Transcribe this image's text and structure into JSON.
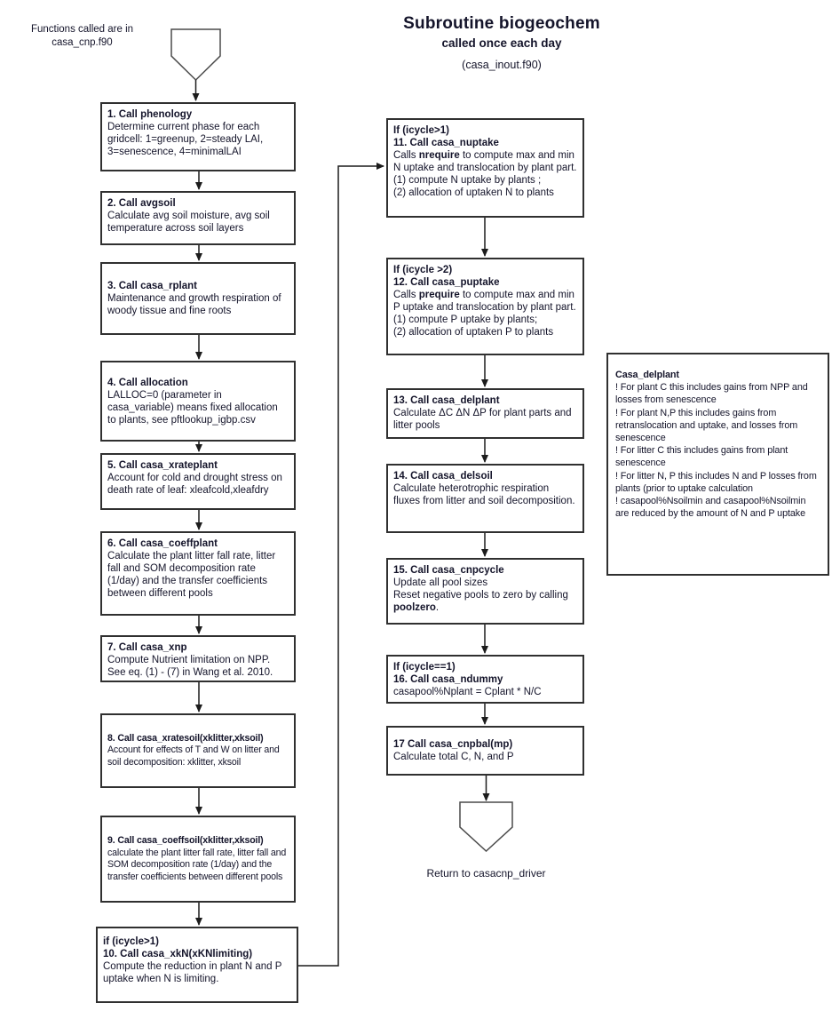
{
  "colors": {
    "ink": "#14142a",
    "line": "#1c1c1c",
    "box_border": "#303030",
    "background": "#ffffff"
  },
  "side_note": {
    "line1": "Functions called are in",
    "line2": "casa_cnp.f90"
  },
  "header": {
    "title": "Subroutine biogeochem",
    "subtitle": "called once each day",
    "source_file": "(casa_inout.f90)"
  },
  "left_column": {
    "boxes": [
      {
        "title": "1. Call phenology",
        "body": "Determine current phase for each gridcell: 1=greenup, 2=steady LAI, 3=senescence, 4=minimalLAI"
      },
      {
        "title": "2. Call avgsoil",
        "body": "Calculate avg soil moisture, avg soil temperature across soil layers"
      },
      {
        "title": "3. Call casa_rplant",
        "body": "Maintenance and growth respiration of woody tissue and fine roots"
      },
      {
        "title": "4. Call allocation",
        "body": "LALLOC=0 (parameter in casa_variable) means fixed allocation to plants, see pftlookup_igbp.csv"
      },
      {
        "title": "5. Call casa_xrateplant",
        "body": "Account for cold and drought stress on death rate of leaf: xleafcold,xleafdry"
      },
      {
        "title": "6. Call casa_coeffplant",
        "body": "Calculate the plant litter fall rate, litter fall and SOM decomposition rate (1/day) and the transfer coefficients between different pools"
      },
      {
        "title": "7. Call casa_xnp",
        "body": "Compute Nutrient limitation on NPP. See eq. (1) - (7) in Wang et al. 2010."
      },
      {
        "title": "8. Call casa_xratesoil(xklitter,xksoil)",
        "body": "Account for effects of T and W on litter and soil decomposition: xklitter, xksoil"
      },
      {
        "title": "9. Call casa_coeffsoil(xklitter,xksoil)",
        "body": "calculate the plant litter fall rate, litter fall and SOM decomposition rate (1/day) and the transfer coefficients between different pools"
      },
      {
        "pretitle": "if (icycle>1)",
        "title": "10. Call casa_xkN(xKNlimiting)",
        "body": "Compute the reduction in plant N and P uptake when N is limiting."
      }
    ]
  },
  "right_column": {
    "boxes": [
      {
        "pretitle": "If (icycle>1)",
        "title": "11. Call casa_nuptake",
        "body_pre": "Calls ",
        "body_bold": "nrequire",
        "body_post": " to compute max and min N uptake and translocation by plant part.",
        "item1": "(1) compute N uptake by plants ;",
        "item2": "(2) allocation of uptaken N to plants"
      },
      {
        "pretitle": "If (icycle >2)",
        "title": "12. Call casa_puptake",
        "body_pre": "Calls ",
        "body_bold": "prequire",
        "body_post": " to compute max and min P uptake and translocation by plant part.",
        "item1": "(1) compute P uptake by plants;",
        "item2": "(2) allocation of uptaken P to plants"
      },
      {
        "title": "13. Call casa_delplant",
        "body": "Calculate ΔC ΔN ΔP for plant parts and litter pools"
      },
      {
        "title": "14. Call casa_delsoil",
        "body": "Calculate heterotrophic respiration fluxes from litter and soil decomposition."
      },
      {
        "title": "15. Call casa_cnpcycle",
        "line1": "Update all pool sizes",
        "line2_pre": "Reset negative pools to zero by calling ",
        "line2_bold": "poolzero",
        "line2_post": "."
      },
      {
        "pretitle": "If (icycle==1)",
        "title": "16. Call casa_ndummy",
        "body": " casapool%Nplant = Cplant * N/C"
      },
      {
        "title": "17 Call casa_cnpbal(mp)",
        "body": "Calculate total C, N, and P"
      }
    ]
  },
  "delplant_note": {
    "title": "Casa_delplant",
    "lines": [
      "!  For plant C this includes gains from NPP and losses from senescence",
      "!  For plant N,P this includes gains from retranslocation and uptake, and losses from senescence",
      "!  For litter C this includes gains from plant senescence",
      "!  For litter N, P this includes N and P losses from plants (prior to uptake calculation",
      "!  casapool%Nsoilmin and casapool%Nsoilmin are reduced by the amount of N and P uptake"
    ]
  },
  "footer": {
    "return_label": "Return to casacnp_driver"
  }
}
